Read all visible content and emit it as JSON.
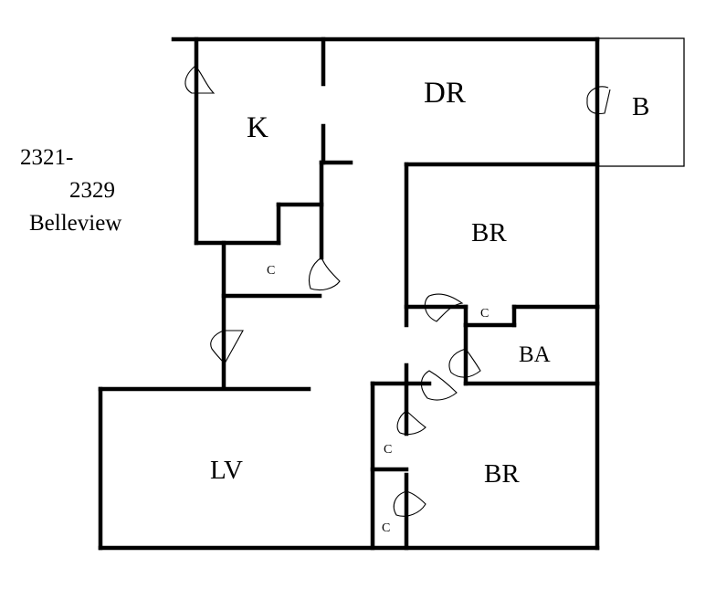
{
  "address": {
    "line1": "2321-",
    "line2": "2329",
    "line3": "Belleview"
  },
  "rooms": {
    "kitchen": "K",
    "dining": "DR",
    "balcony": "B",
    "bedroom_upper": "BR",
    "closet_kitchen": "C",
    "closet_bath": "C",
    "bath": "BA",
    "living": "LV",
    "closet_lower_1": "C",
    "closet_lower_2": "C",
    "bedroom_lower": "BR"
  }
}
